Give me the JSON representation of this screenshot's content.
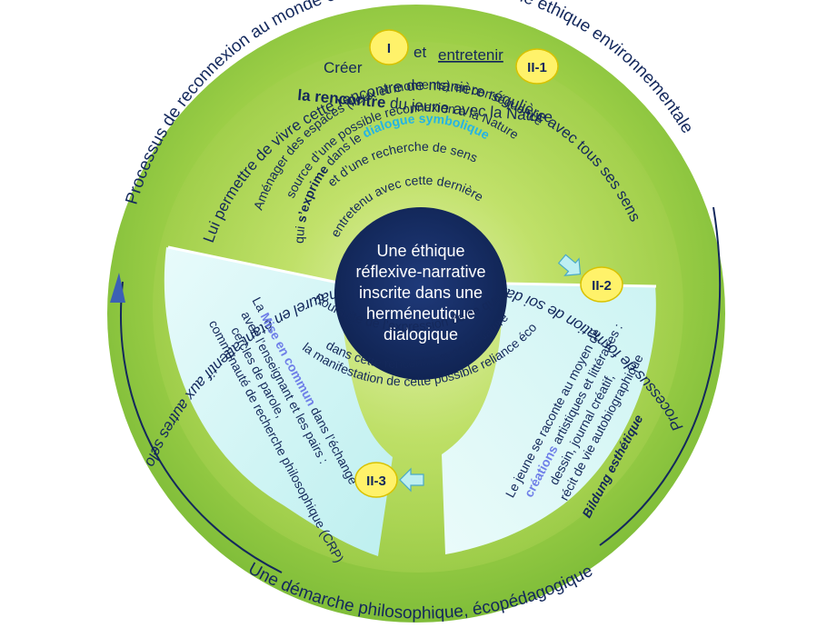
{
  "outer": {
    "top_arc": "Processus de reconnexion au monde et de développement d’une éthique environnementale",
    "bottom_arc": "Une démarche philosophique, écopédagogique",
    "left_arc": "Processus de formation de soi dans la relation avec le lieu naturel en étant attentif aux autres selon un processus de reconnaissance mutuelle et de réciprocité"
  },
  "top_sector": {
    "line1_a": "Créer",
    "line1_b": "et",
    "line1_c": "entretenir",
    "line2_bold": "la rencontre",
    "line2_rest": " du jeune avec la Nature",
    "line3": "Lui permettre de vivre cette rencontre de manière régulière avec tous ses sens",
    "line4": "Aménager des espaces (lieux et moments) en conséquence",
    "line5": "source d’une possible reconnexion à la Nature",
    "line6": "et d’une recherche de sens",
    "line7_a": "qui ",
    "line7_bold": "s’exprime",
    "line7_b": " dans le ",
    "line7_cyan": "dialogue symbolique",
    "line8": "entretenu avec cette dernière"
  },
  "bottom_sector": {
    "line1": "Poursuite de l’expression de ce que le jeune vit",
    "line2": "dans cette rencontre avec la Nature ;",
    "line3": "la manifestation de cette possible reliance écologique"
  },
  "left_sector": {
    "line1_a": "La ",
    "line1_bold": "Mise en commun",
    "line1_b": " dans l’échange",
    "line2": "avec l’enseignant et les pairs :",
    "line3": "cercles de parole,",
    "line4": "communauté de recherche philosophique (CRP)"
  },
  "right_sector": {
    "line1": "Le jeune se raconte au moyen de",
    "line2_bold": "créations",
    "line2_rest": " artistiques et littéraires :",
    "line3": "dessin, journal créatif,",
    "line4": "récit de vie autobiographique",
    "title": "Bildung esthétique"
  },
  "center": {
    "line1": "Une éthique",
    "line2": "réflexive-narrative",
    "line3": "inscrite dans une",
    "line4": "herméneutique",
    "line5": "dialogique"
  },
  "badges": {
    "b1": "I",
    "b2": "II-1",
    "b3": "II-2",
    "b4": "II-3"
  },
  "colors": {
    "outer_green": "#8cc63f",
    "inner_green": "#b6dd5b",
    "light_cyan": "#d2f7f6",
    "center_navy": "#13285c",
    "badge_yellow": "#fff26a",
    "text_navy": "#14285a",
    "highlight_cyan": "#24b3e6",
    "highlight_blue": "#6f7fe8",
    "arrow_blue": "#3357a8"
  }
}
